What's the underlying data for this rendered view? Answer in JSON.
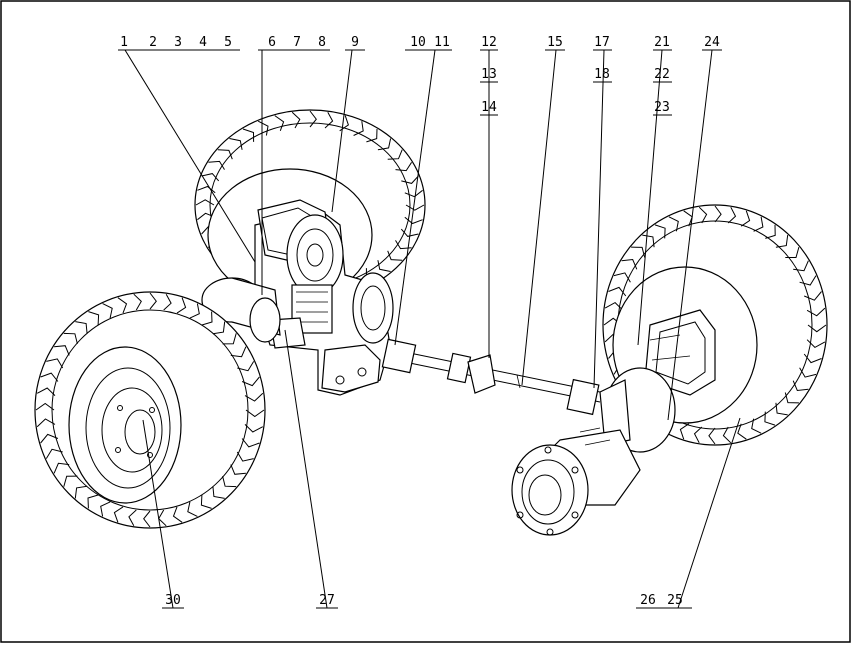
{
  "callouts": {
    "c1": "1",
    "c2": "2",
    "c3": "3",
    "c4": "4",
    "c5": "5",
    "c6": "6",
    "c7": "7",
    "c8": "8",
    "c9": "9",
    "c10": "10",
    "c11": "11",
    "c12": "12",
    "c13": "13",
    "c14": "14",
    "c15": "15",
    "c17": "17",
    "c18": "18",
    "c21": "21",
    "c22": "22",
    "c23": "23",
    "c24": "24",
    "c25": "25",
    "c26": "26",
    "c27": "27",
    "c30": "30"
  }
}
